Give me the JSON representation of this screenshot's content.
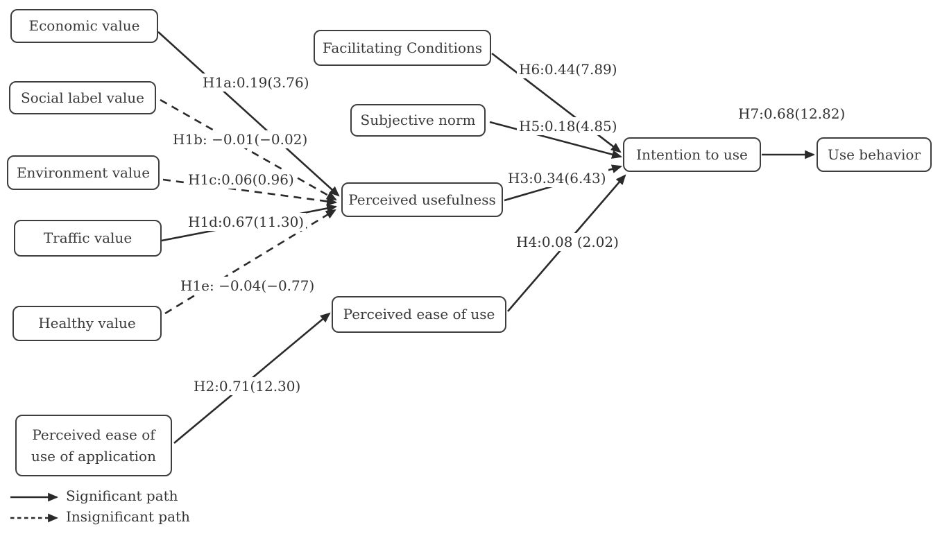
{
  "diagram": {
    "nodes": [
      {
        "id": "economic",
        "label": "Economic value"
      },
      {
        "id": "social",
        "label": "Social label value"
      },
      {
        "id": "environment",
        "label": "Environment value"
      },
      {
        "id": "traffic",
        "label": "Traffic value"
      },
      {
        "id": "healthy",
        "label": "Healthy value"
      },
      {
        "id": "peou_app",
        "label": "Perceived ease of\nuse of application"
      },
      {
        "id": "facilitating",
        "label": "Facilitating Conditions"
      },
      {
        "id": "subjective",
        "label": "Subjective norm"
      },
      {
        "id": "pu",
        "label": "Perceived usefulness"
      },
      {
        "id": "peou",
        "label": "Perceived ease of use"
      },
      {
        "id": "intention",
        "label": "Intention to use"
      },
      {
        "id": "use_behavior",
        "label": "Use behavior"
      }
    ],
    "paths": [
      {
        "hypothesis": "H1a",
        "label": "H1a:0.19(3.76)",
        "coefficient": 0.19,
        "t_value": 3.76,
        "from": "economic",
        "to": "pu",
        "significant": true
      },
      {
        "hypothesis": "H1b",
        "label": "H1b: −0.01(−0.02)",
        "coefficient": -0.01,
        "t_value": -0.02,
        "from": "social",
        "to": "pu",
        "significant": false
      },
      {
        "hypothesis": "H1c",
        "label": "H1c:0.06(0.96)",
        "coefficient": 0.06,
        "t_value": 0.96,
        "from": "environment",
        "to": "pu",
        "significant": false
      },
      {
        "hypothesis": "H1d",
        "label": "H1d:0.67(11.30)",
        "coefficient": 0.67,
        "t_value": 11.3,
        "from": "traffic",
        "to": "pu",
        "significant": true
      },
      {
        "hypothesis": "H1e",
        "label": "H1e: −0.04(−0.77)",
        "coefficient": -0.04,
        "t_value": -0.77,
        "from": "healthy",
        "to": "pu",
        "significant": false
      },
      {
        "hypothesis": "H2",
        "label": "H2:0.71(12.30)",
        "coefficient": 0.71,
        "t_value": 12.3,
        "from": "peou_app",
        "to": "peou",
        "significant": true
      },
      {
        "hypothesis": "H3",
        "label": "H3:0.34(6.43)",
        "coefficient": 0.34,
        "t_value": 6.43,
        "from": "pu",
        "to": "intention",
        "significant": true
      },
      {
        "hypothesis": "H4",
        "label": "H4:0.08 (2.02)",
        "coefficient": 0.08,
        "t_value": 2.02,
        "from": "peou",
        "to": "intention",
        "significant": true
      },
      {
        "hypothesis": "H5",
        "label": "H5:0.18(4.85)",
        "coefficient": 0.18,
        "t_value": 4.85,
        "from": "subjective",
        "to": "intention",
        "significant": true
      },
      {
        "hypothesis": "H6",
        "label": "H6:0.44(7.89)",
        "coefficient": 0.44,
        "t_value": 7.89,
        "from": "facilitating",
        "to": "intention",
        "significant": true
      },
      {
        "hypothesis": "H7",
        "label": "H7:0.68(12.82)",
        "coefficient": 0.68,
        "t_value": 12.82,
        "from": "intention",
        "to": "use_behavior",
        "significant": true
      }
    ],
    "legend": [
      {
        "style": "solid",
        "label": "Significant path"
      },
      {
        "style": "dashed",
        "label": "Insignificant path"
      }
    ],
    "colors": {
      "line": "#2a2a2a",
      "node_border": "#3e3e3e",
      "text": "#3a3a3a",
      "background": "#ffffff"
    }
  }
}
